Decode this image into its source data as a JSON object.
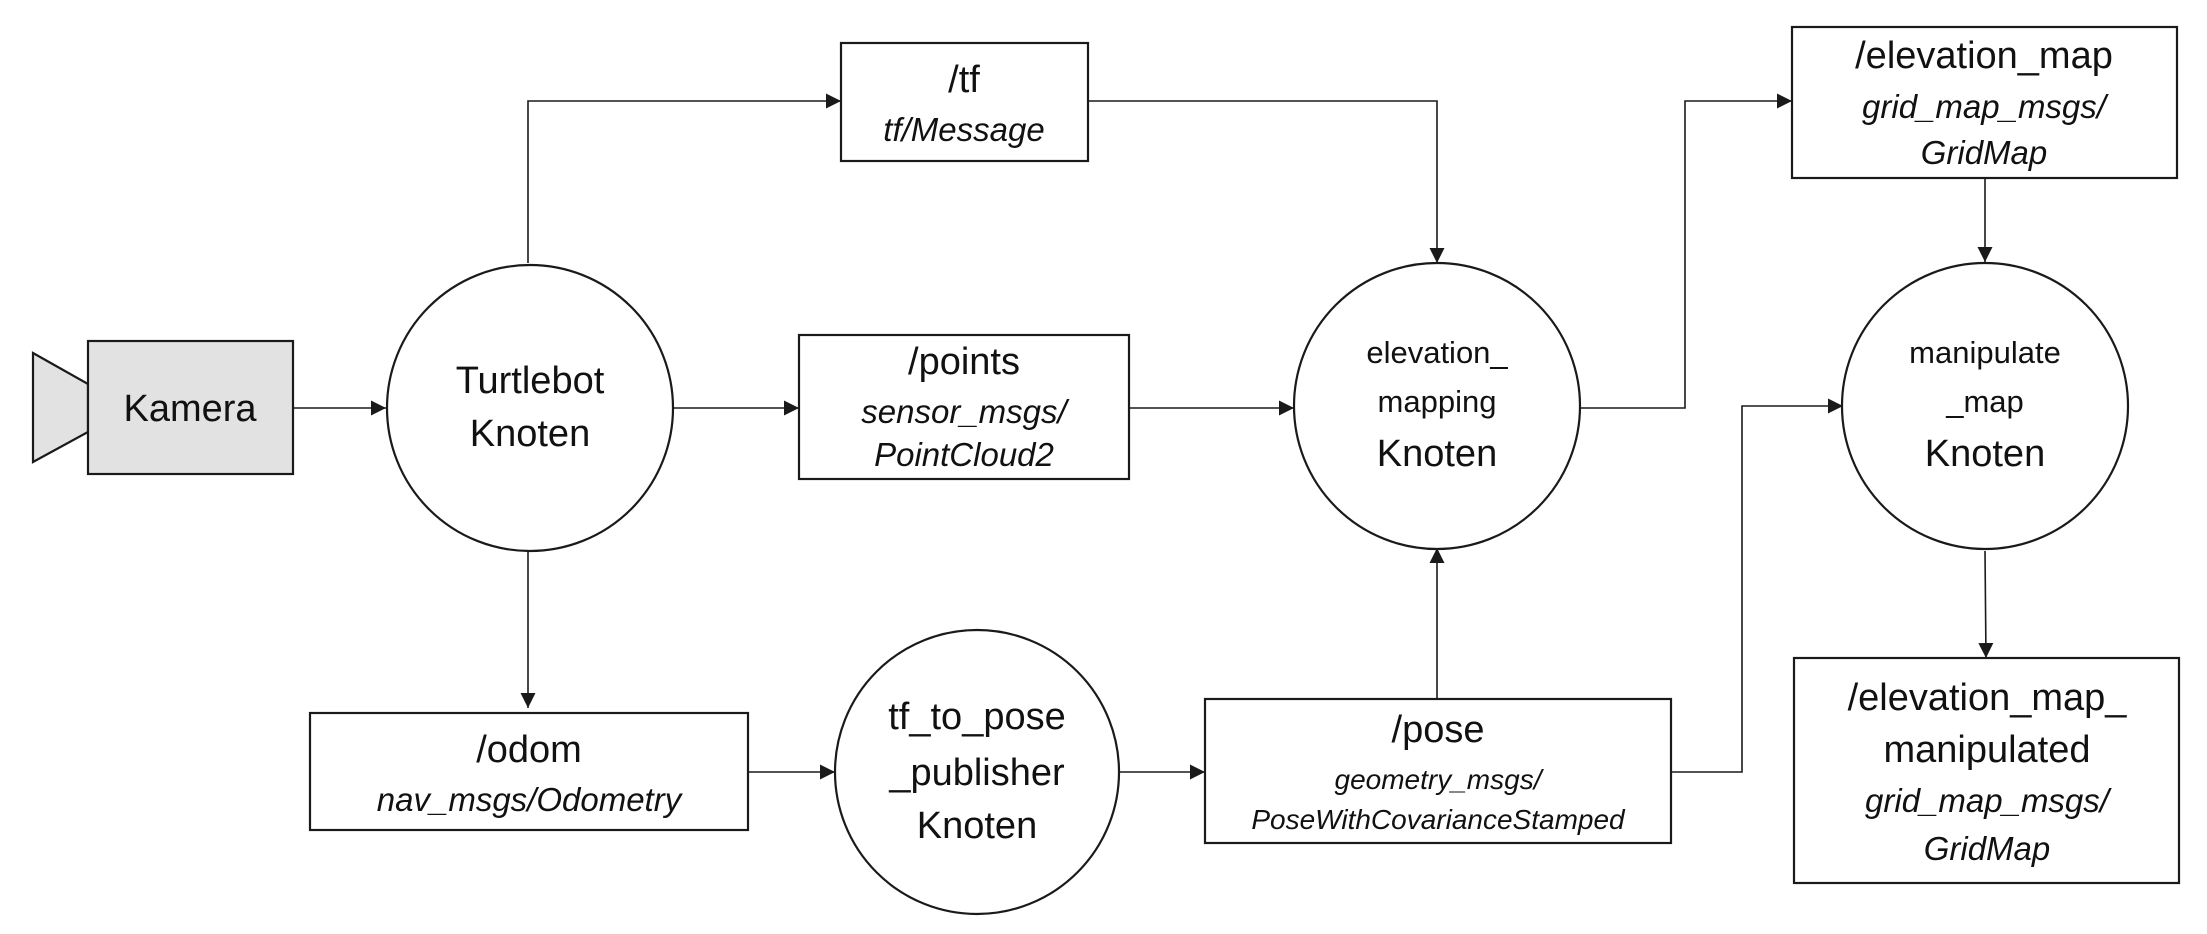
{
  "camera": {
    "label": "Kamera"
  },
  "turtlebot": {
    "line1": "Turtlebot",
    "line2": "Knoten"
  },
  "tf_topic": {
    "name": "/tf",
    "type": "tf/Message"
  },
  "points_topic": {
    "name": "/points",
    "type_line1": "sensor_msgs/",
    "type_line2": "PointCloud2"
  },
  "odom_topic": {
    "name": "/odom",
    "type": "nav_msgs/Odometry"
  },
  "tf_to_pose": {
    "line1": "tf_to_pose",
    "line2": "_publisher",
    "line3": "Knoten"
  },
  "pose_topic": {
    "name": "/pose",
    "type_line1": "geometry_msgs/",
    "type_line2": "PoseWithCovarianceStamped"
  },
  "elevation_mapping": {
    "line1": "elevation_",
    "line2": "mapping",
    "line3": "Knoten"
  },
  "elevation_map_topic": {
    "name": "/elevation_map",
    "type_line1": "grid_map_msgs/",
    "type_line2": "GridMap"
  },
  "manipulate_map": {
    "line1": "manipulate",
    "line2": "_map",
    "line3": "Knoten"
  },
  "manipulated_topic": {
    "name_line1": "/elevation_map_",
    "name_line2": "manipulated",
    "type_line1": "grid_map_msgs/",
    "type_line2": "GridMap"
  }
}
